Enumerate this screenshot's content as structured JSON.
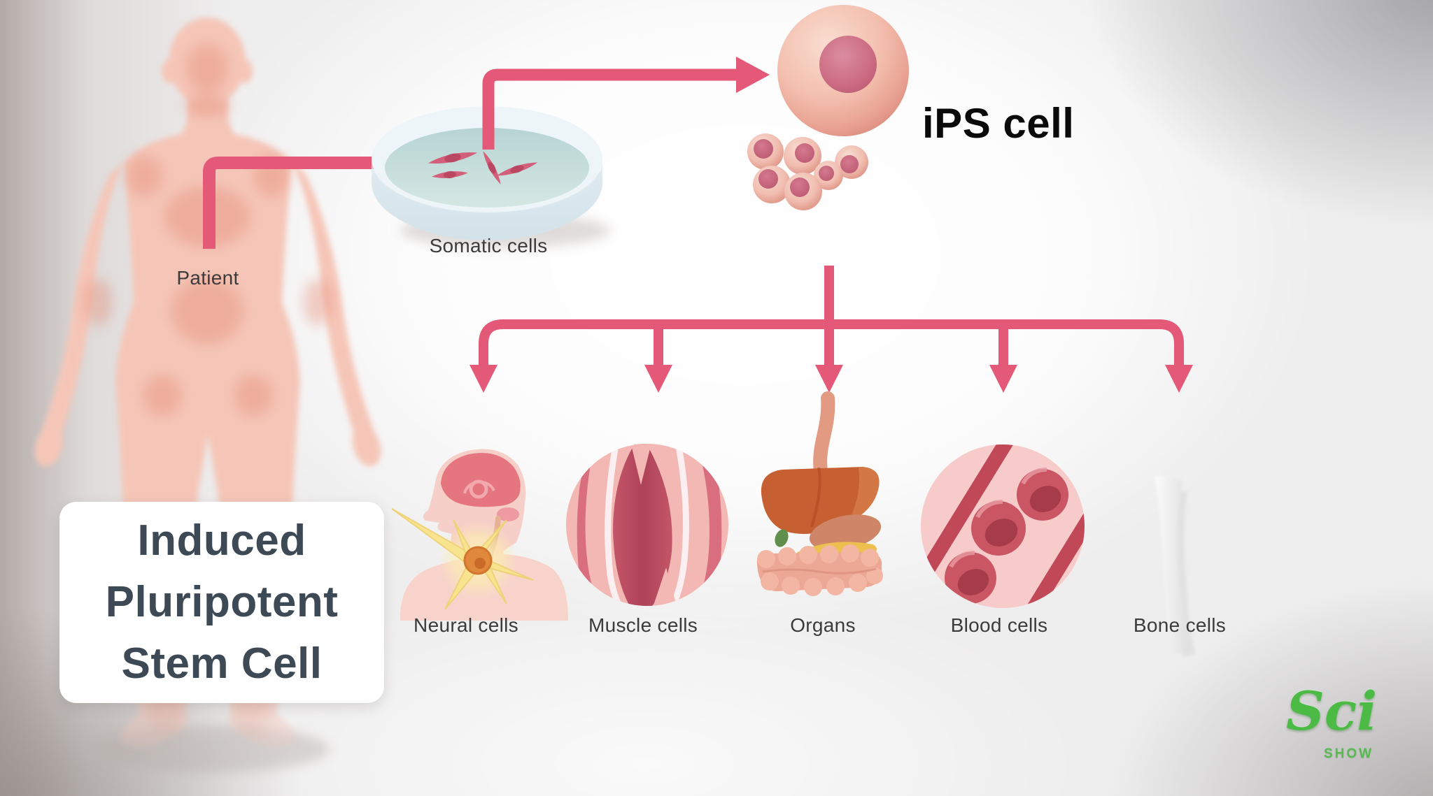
{
  "diagram": {
    "source": {
      "label": "Patient"
    },
    "culture": {
      "label": "Somatic cells"
    },
    "result": {
      "label": "iPS cell"
    },
    "derivatives": [
      {
        "label": "Neural cells"
      },
      {
        "label": "Muscle cells"
      },
      {
        "label": "Organs"
      },
      {
        "label": "Blood cells"
      },
      {
        "label": "Bone cells"
      }
    ],
    "caption": {
      "lines": [
        "Induced",
        "Pluripotent",
        "Stem Cell"
      ]
    },
    "watermark": {
      "script": "Sci",
      "caps": "SHOW"
    }
  },
  "colors": {
    "arrow": "#e45878",
    "label_text": "#3b3b3b",
    "caption_text": "#3d4954",
    "logo_green": "#4cbb45",
    "ips_label_text": "#0a0a0a",
    "dish_water": "#c3dcdb",
    "cell_body": "#f3bfae",
    "cell_nucleus": "#cb6b82"
  }
}
